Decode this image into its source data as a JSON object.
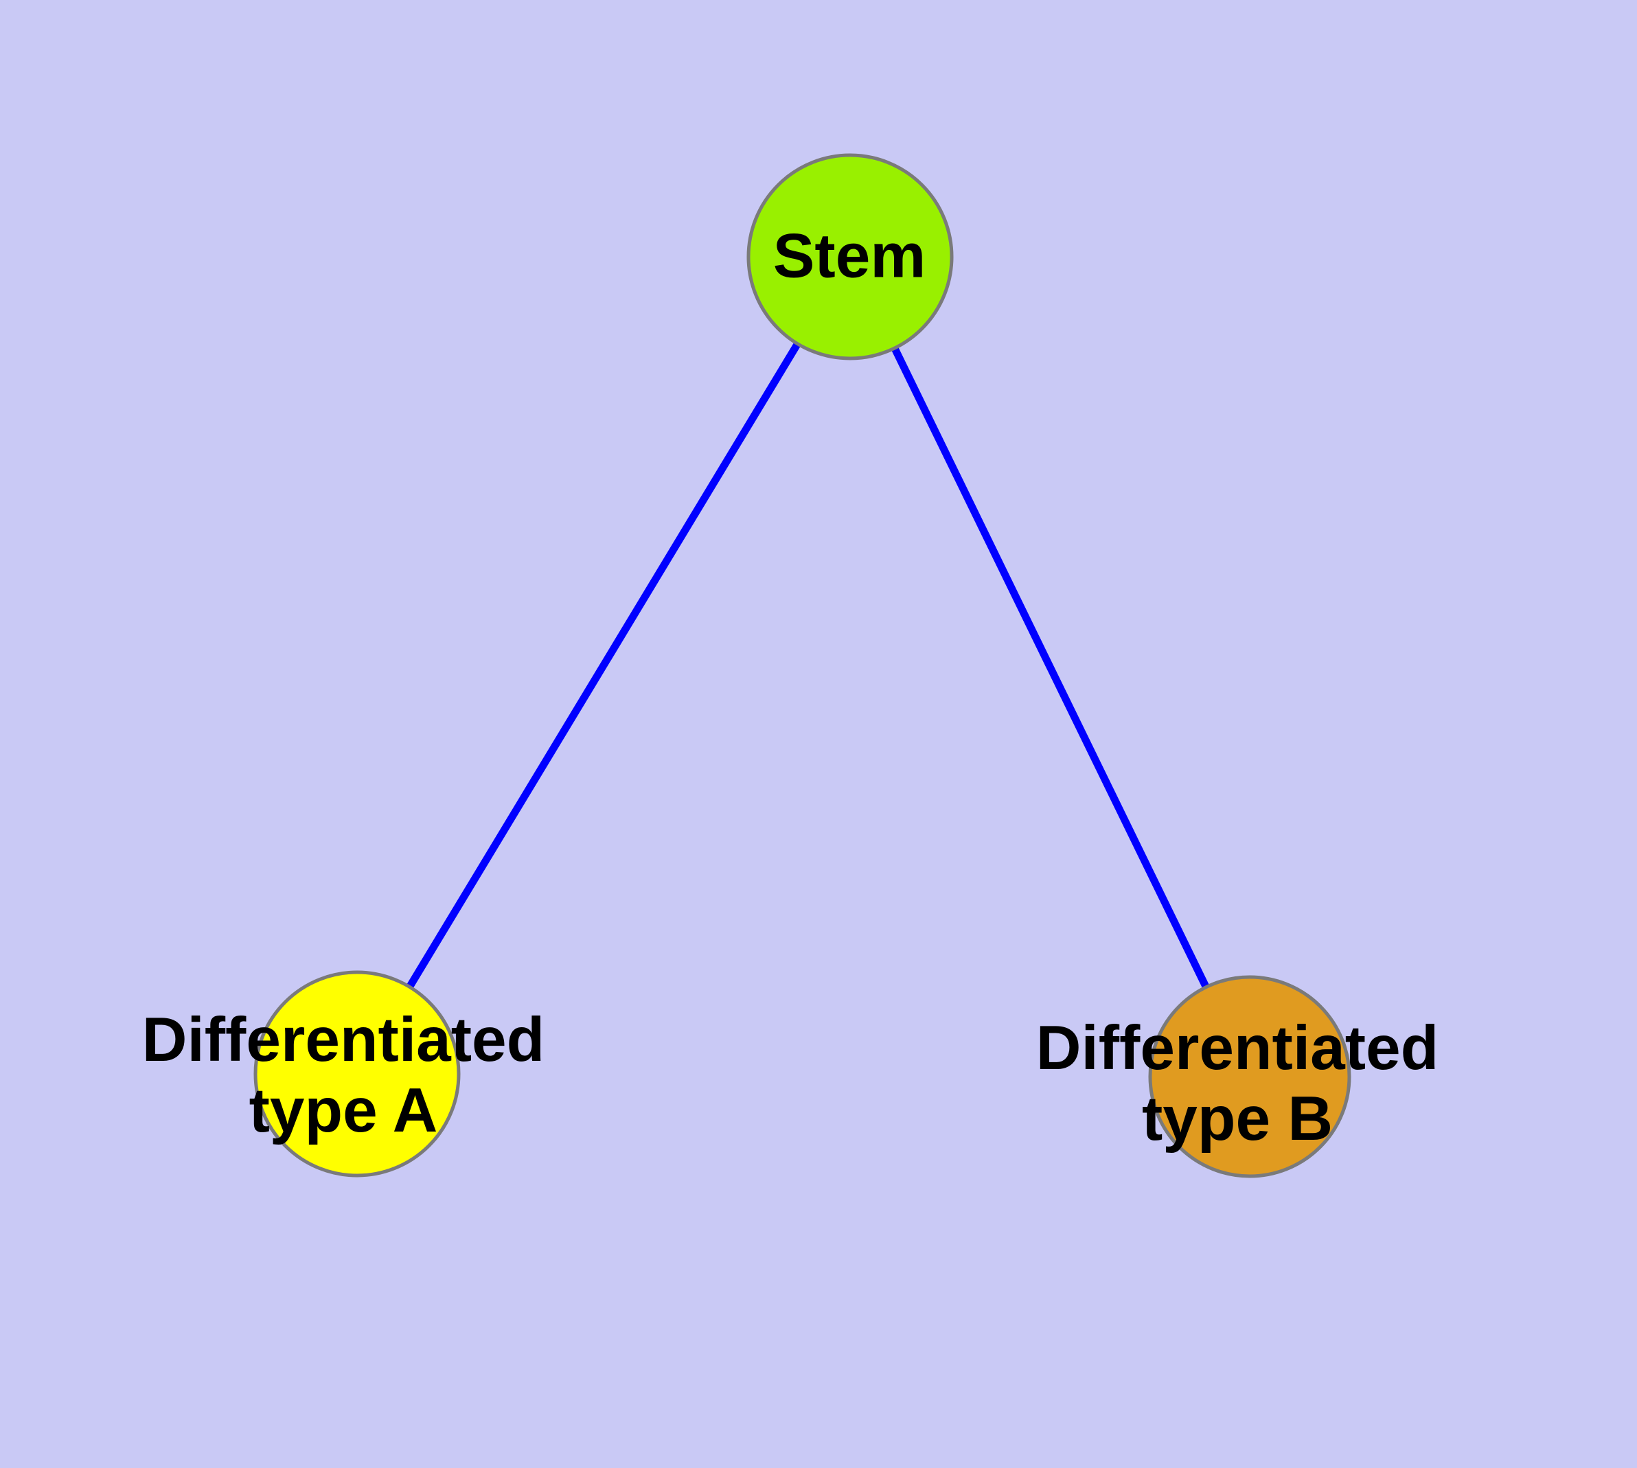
{
  "canvas": {
    "background_color": "#C9C9F5"
  },
  "nodes": {
    "stem": {
      "label": "Stem",
      "fill_color": "#99F000",
      "border_color": "#7A7A7A"
    },
    "type_a": {
      "label_line1": "Differentiated",
      "label_line2": "type A",
      "fill_color": "#FFFF00",
      "border_color": "#7A7A7A"
    },
    "type_b": {
      "label_line1": "Differentiated",
      "label_line2": "type B",
      "fill_color": "#E09B20",
      "border_color": "#7A7A7A"
    }
  },
  "edges": {
    "color": "#0000FF",
    "list": [
      {
        "from": "Stem",
        "to": "Differentiated type A"
      },
      {
        "from": "Stem",
        "to": "Differentiated type B"
      }
    ]
  }
}
